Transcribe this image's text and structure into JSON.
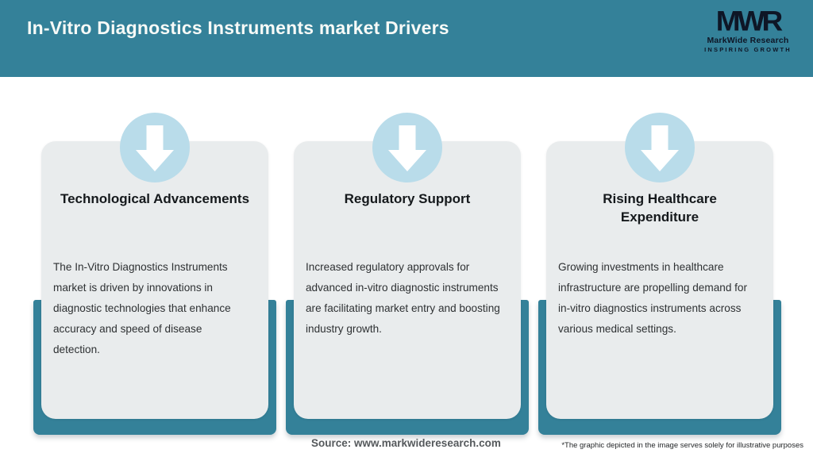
{
  "header": {
    "title": "In-Vitro Diagnostics Instruments market Drivers",
    "logo": {
      "acronym": "MWR",
      "name": "MarkWide Research",
      "tagline": "INSPIRING GROWTH"
    }
  },
  "cards": [
    {
      "title": "Technological Advancements",
      "body": "The In-Vitro Diagnostics Instruments\nmarket is driven by innovations in\ndiagnostic technologies that enhance\naccuracy and speed of disease\ndetection."
    },
    {
      "title": "Regulatory Support",
      "body": "Increased regulatory approvals for\nadvanced in-vitro diagnostic instruments\nare facilitating market entry and boosting\nindustry growth."
    },
    {
      "title": "Rising Healthcare\nExpenditure",
      "body": "Growing investments in healthcare\ninfrastructure are propelling demand for\nin-vitro diagnostics instruments across\nvarious medical settings."
    }
  ],
  "footer": {
    "source": "Source: www.markwideresearch.com",
    "disclaimer": "*The graphic depicted in the image serves solely for illustrative purposes"
  },
  "colors": {
    "header_teal": "#348199",
    "tray_teal": "#348199",
    "card_bg": "#e9eced",
    "circle_blue": "#b9dcea",
    "title_text": "#f7faf7",
    "heading_text": "#15191c",
    "body_text": "#2e3133"
  },
  "icons": {
    "badge": "down-arrow-icon"
  }
}
